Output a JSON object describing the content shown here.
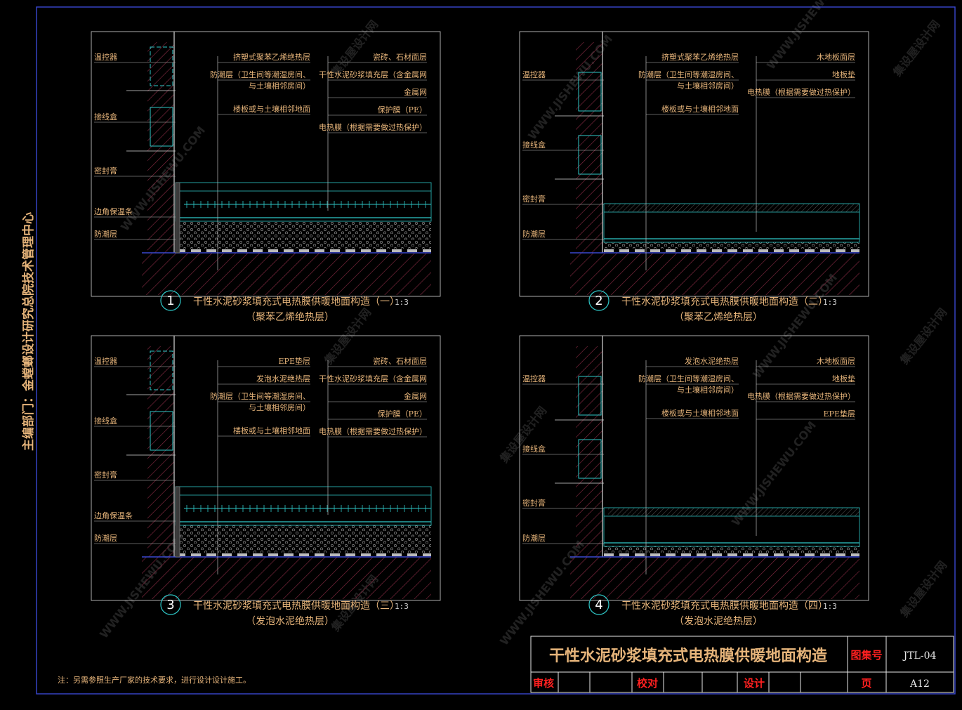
{
  "sheet": {
    "department_note": "主编部门：金螳螂设计研究总院技术管理中心",
    "footnote": "注：另需参照生产厂家的技术要求，进行设计设计施工。",
    "watermarks": [
      "集设屋设计网",
      "WWW.JISHEWU.COM"
    ]
  },
  "title_block": {
    "title": "干性水泥砂浆填充式电热膜供暖地面构造",
    "atlas_label": "图集号",
    "atlas_no": "JTL-04",
    "review_label": "审核",
    "check_label": "校对",
    "design_label": "设计",
    "page_label": "页",
    "page_no": "A12"
  },
  "details": [
    {
      "number": "1",
      "caption": "干性水泥砂浆填充式电热膜供暖地面构造（一）",
      "scale": "1:3",
      "subcaption": "（聚苯乙烯绝热层）",
      "left_labels": [
        "温控器",
        "接线盒",
        "密封膏",
        "边角保温条",
        "防潮层"
      ],
      "mid_labels": [
        "挤塑式聚苯乙烯绝热层",
        "防潮层（卫生间等潮湿房间、",
        "与土壤相邻房间）",
        "楼板或与土壤相邻地面"
      ],
      "right_labels": [
        "瓷砖、石材面层",
        "干性水泥砂浆填充层（含金属网",
        "金属网",
        "保护膜（PE）",
        "电热膜（根据需要做过热保护）"
      ]
    },
    {
      "number": "2",
      "caption": "干性水泥砂浆填充式电热膜供暖地面构造（二）",
      "scale": "1:3",
      "subcaption": "（聚苯乙烯绝热层）",
      "left_labels": [
        "温控器",
        "接线盒",
        "密封膏",
        "防潮层"
      ],
      "mid_labels": [
        "挤塑式聚苯乙烯绝热层",
        "防潮层（卫生间等潮湿房间、",
        "与土壤相邻房间）",
        "楼板或与土壤相邻地面"
      ],
      "right_labels": [
        "木地板面层",
        "地板垫",
        "电热膜（根据需要做过热保护）"
      ]
    },
    {
      "number": "3",
      "caption": "干性水泥砂浆填充式电热膜供暖地面构造（三）",
      "scale": "1:3",
      "subcaption": "（发泡水泥绝热层）",
      "left_labels": [
        "温控器",
        "接线盒",
        "密封膏",
        "边角保温条",
        "防潮层"
      ],
      "mid_labels": [
        "EPE垫层",
        "发泡水泥绝热层",
        "防潮层（卫生间等潮湿房间、",
        "与土壤相邻房间）",
        "楼板或与土壤相邻地面"
      ],
      "right_labels": [
        "瓷砖、石材面层",
        "干性水泥砂浆填充层（含金属网",
        "金属网",
        "保护膜（PE）",
        "电热膜（根据需要做过热保护）"
      ]
    },
    {
      "number": "4",
      "caption": "干性水泥砂浆填充式电热膜供暖地面构造（四）",
      "scale": "1:3",
      "subcaption": "（发泡水泥绝热层）",
      "left_labels": [
        "温控器",
        "接线盒",
        "密封膏",
        "防潮层"
      ],
      "mid_labels": [
        "发泡水泥绝热层",
        "防潮层（卫生间等潮湿房间、",
        "与土壤相邻房间）",
        "楼板或与土壤相邻地面"
      ],
      "right_labels": [
        "木地板面层",
        "地板垫",
        "电热膜（根据需要做过热保护）",
        "EPE垫层"
      ]
    }
  ]
}
